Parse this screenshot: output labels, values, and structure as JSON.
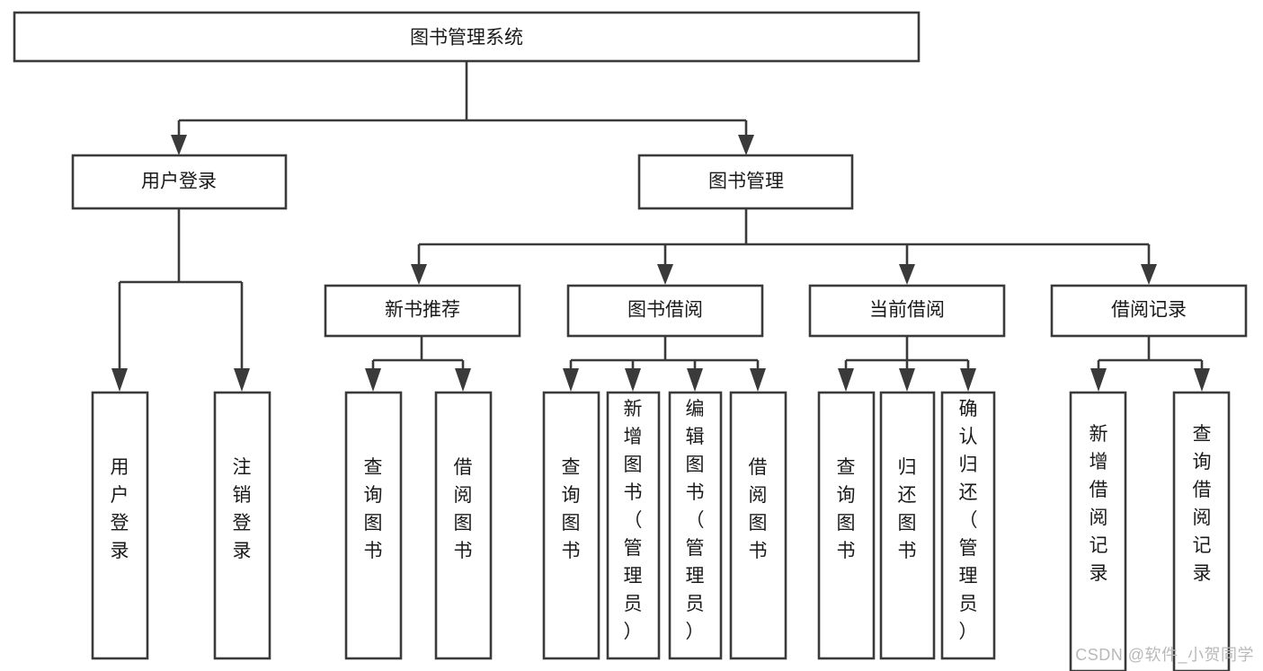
{
  "diagram": {
    "type": "tree",
    "title": "图书管理系统",
    "watermark": "CSDN @软件_小贺同学",
    "colors": {
      "stroke": "#3a3a3a",
      "fill": "#ffffff",
      "text": "#1a1a1a",
      "watermark": "#b9b9b9",
      "background": "#ffffff"
    },
    "levels": {
      "root": "图书管理系统",
      "level2": [
        "用户登录",
        "图书管理"
      ],
      "level3": [
        "新书推荐",
        "图书借阅",
        "当前借阅",
        "借阅记录"
      ]
    },
    "nodes": {
      "root": {
        "label": "图书管理系统"
      },
      "user_login": {
        "label": "用户登录"
      },
      "book_manage": {
        "label": "图书管理"
      },
      "new_book_rec": {
        "label": "新书推荐"
      },
      "book_borrow": {
        "label": "图书借阅"
      },
      "current_borrow": {
        "label": "当前借阅"
      },
      "borrow_record": {
        "label": "借阅记录"
      },
      "leaf_1": {
        "label": "用户登录"
      },
      "leaf_2": {
        "label": "注销登录"
      },
      "leaf_3": {
        "label": "查询图书"
      },
      "leaf_4": {
        "label": "借阅图书"
      },
      "leaf_5": {
        "label": "查询图书"
      },
      "leaf_6": {
        "label": "新增图书（管理员）"
      },
      "leaf_7": {
        "label": "编辑图书（管理员）"
      },
      "leaf_8": {
        "label": "借阅图书"
      },
      "leaf_9": {
        "label": "查询图书"
      },
      "leaf_10": {
        "label": "归还图书"
      },
      "leaf_11": {
        "label": "确认归还（管理员）"
      },
      "leaf_12": {
        "label": "新增借阅记录"
      },
      "leaf_13": {
        "label": "查询借阅记录"
      }
    },
    "edges": [
      {
        "from": "root",
        "to": "user_login"
      },
      {
        "from": "root",
        "to": "book_manage"
      },
      {
        "from": "user_login",
        "to": "leaf_1"
      },
      {
        "from": "user_login",
        "to": "leaf_2"
      },
      {
        "from": "book_manage",
        "to": "new_book_rec"
      },
      {
        "from": "book_manage",
        "to": "book_borrow"
      },
      {
        "from": "book_manage",
        "to": "current_borrow"
      },
      {
        "from": "book_manage",
        "to": "borrow_record"
      },
      {
        "from": "new_book_rec",
        "to": "leaf_3"
      },
      {
        "from": "new_book_rec",
        "to": "leaf_4"
      },
      {
        "from": "book_borrow",
        "to": "leaf_5"
      },
      {
        "from": "book_borrow",
        "to": "leaf_6"
      },
      {
        "from": "book_borrow",
        "to": "leaf_7"
      },
      {
        "from": "book_borrow",
        "to": "leaf_8"
      },
      {
        "from": "current_borrow",
        "to": "leaf_9"
      },
      {
        "from": "current_borrow",
        "to": "leaf_10"
      },
      {
        "from": "current_borrow",
        "to": "leaf_11"
      },
      {
        "from": "borrow_record",
        "to": "leaf_12"
      },
      {
        "from": "borrow_record",
        "to": "leaf_13"
      }
    ]
  }
}
